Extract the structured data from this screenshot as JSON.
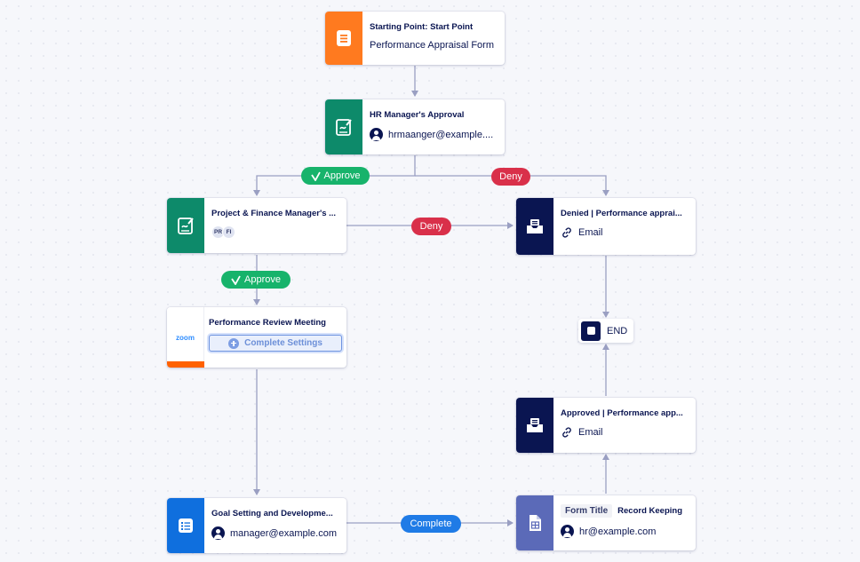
{
  "nodes": {
    "start": {
      "title": "Starting Point: Start Point",
      "subtitle": "Performance Appraisal Form",
      "icon": "form-document-icon",
      "color": "#ff7a1f"
    },
    "hr_approval": {
      "title": "HR Manager's Approval",
      "assignee": "hrmaanger@example....",
      "icon": "approval-sign-icon",
      "color": "#0d8a6a"
    },
    "pf_approval": {
      "title": "Project & Finance Manager's ...",
      "assignees": [
        "PR",
        "FI"
      ],
      "icon": "approval-sign-icon",
      "color": "#0d8a6a"
    },
    "denied_email": {
      "title": "Denied | Performance apprai...",
      "subtitle": "Email",
      "icon": "email-tray-icon",
      "color": "#0a1551"
    },
    "review_meeting": {
      "title": "Performance Review Meeting",
      "logo": "zoom",
      "button": "Complete Settings",
      "color": "#ff6100"
    },
    "end": {
      "label": "END"
    },
    "approved_email": {
      "title": "Approved | Performance app...",
      "subtitle": "Email",
      "icon": "email-tray-icon",
      "color": "#0a1551"
    },
    "goal_setting": {
      "title": "Goal Setting and Developme...",
      "assignee": "manager@example.com",
      "icon": "checklist-form-icon",
      "color": "#0f6fde"
    },
    "record_keeping": {
      "tag": "Form Title",
      "title": "Record Keeping",
      "assignee": "hr@example.com",
      "icon": "sheet-icon",
      "color": "#5b6ab8"
    }
  },
  "edge_labels": {
    "approve_1": "Approve",
    "deny_1": "Deny",
    "deny_2": "Deny",
    "approve_2": "Approve",
    "complete": "Complete"
  },
  "colors": {
    "approve": "#17b36b",
    "deny": "#d9304a",
    "complete": "#1f7be6",
    "connector": "#9a9fc2"
  }
}
